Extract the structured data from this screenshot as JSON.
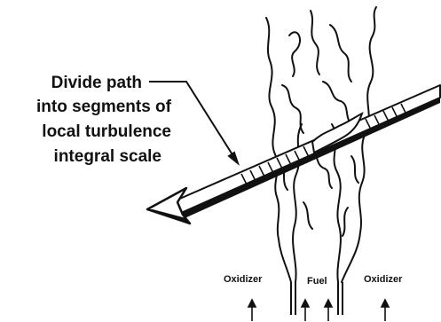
{
  "callout": {
    "lines": [
      "Divide path",
      "into segments of",
      "local turbulence",
      "integral scale"
    ]
  },
  "labels": {
    "oxidizer_left": "Oxidizer",
    "fuel": "Fuel",
    "oxidizer_right": "Oxidizer"
  },
  "colors": {
    "ink": "#111111",
    "background": "#ffffff"
  }
}
